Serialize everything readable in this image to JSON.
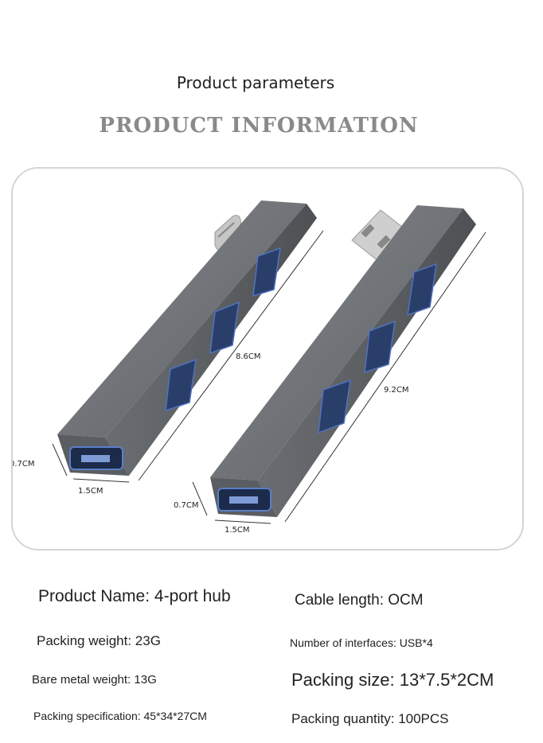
{
  "header": {
    "subtitle": "Product parameters",
    "heading": "PRODUCT INFORMATION"
  },
  "figure": {
    "left_hub": {
      "length": "8.6CM",
      "height": "0.7CM",
      "width": "1.5CM"
    },
    "right_hub": {
      "length": "9.2CM",
      "height": "0.7CM",
      "width": "1.5CM"
    },
    "colors": {
      "aluminum": "#6f7276",
      "port": "#3e5fa6",
      "connector": "#c9c9c9"
    }
  },
  "specs": {
    "product_name": "Product Name: 4-port hub",
    "cable_length": "Cable length: OCM",
    "packing_weight": "Packing weight: 23G",
    "interfaces": "Number of interfaces: USB*4",
    "bare_weight": "Bare metal weight: 13G",
    "packing_size": "Packing size: 13*7.5*2CM",
    "packing_spec": "Packing specification: 45*34*27CM",
    "packing_quantity": "Packing quantity: 100PCS"
  }
}
